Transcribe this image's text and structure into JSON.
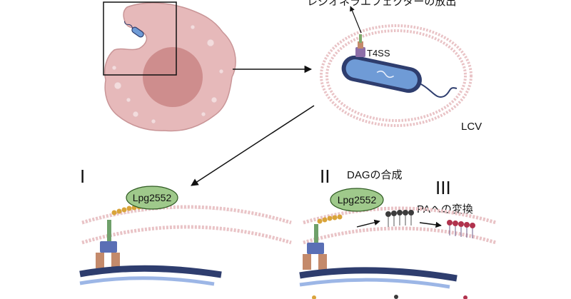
{
  "labels": {
    "effector_release": "レジオネラエフェクターの放出",
    "t4ss": "T4SS",
    "lcv": "LCV",
    "panel_1": "I",
    "panel_2": "II",
    "panel_3": "III",
    "lpg_left": "Lpg2552",
    "lpg_right": "Lpg2552",
    "dag_synthesis": "DAGの合成",
    "pa_conversion": "PAへの変換"
  },
  "colors": {
    "macrophage": "#e6b9ba",
    "nucleus": "#c98585",
    "bacterium_fill": "#6f9bd6",
    "bacterium_outline": "#2e3d6e",
    "membrane_head": "#e9c3c6",
    "lpg_fill": "#9fc98b",
    "lpg_outline": "#2f5a22",
    "lipid_gold": "#d9a43a",
    "lipid_dark": "#3b3b3b",
    "lipid_red": "#b0324d",
    "arrow": "#111111"
  }
}
